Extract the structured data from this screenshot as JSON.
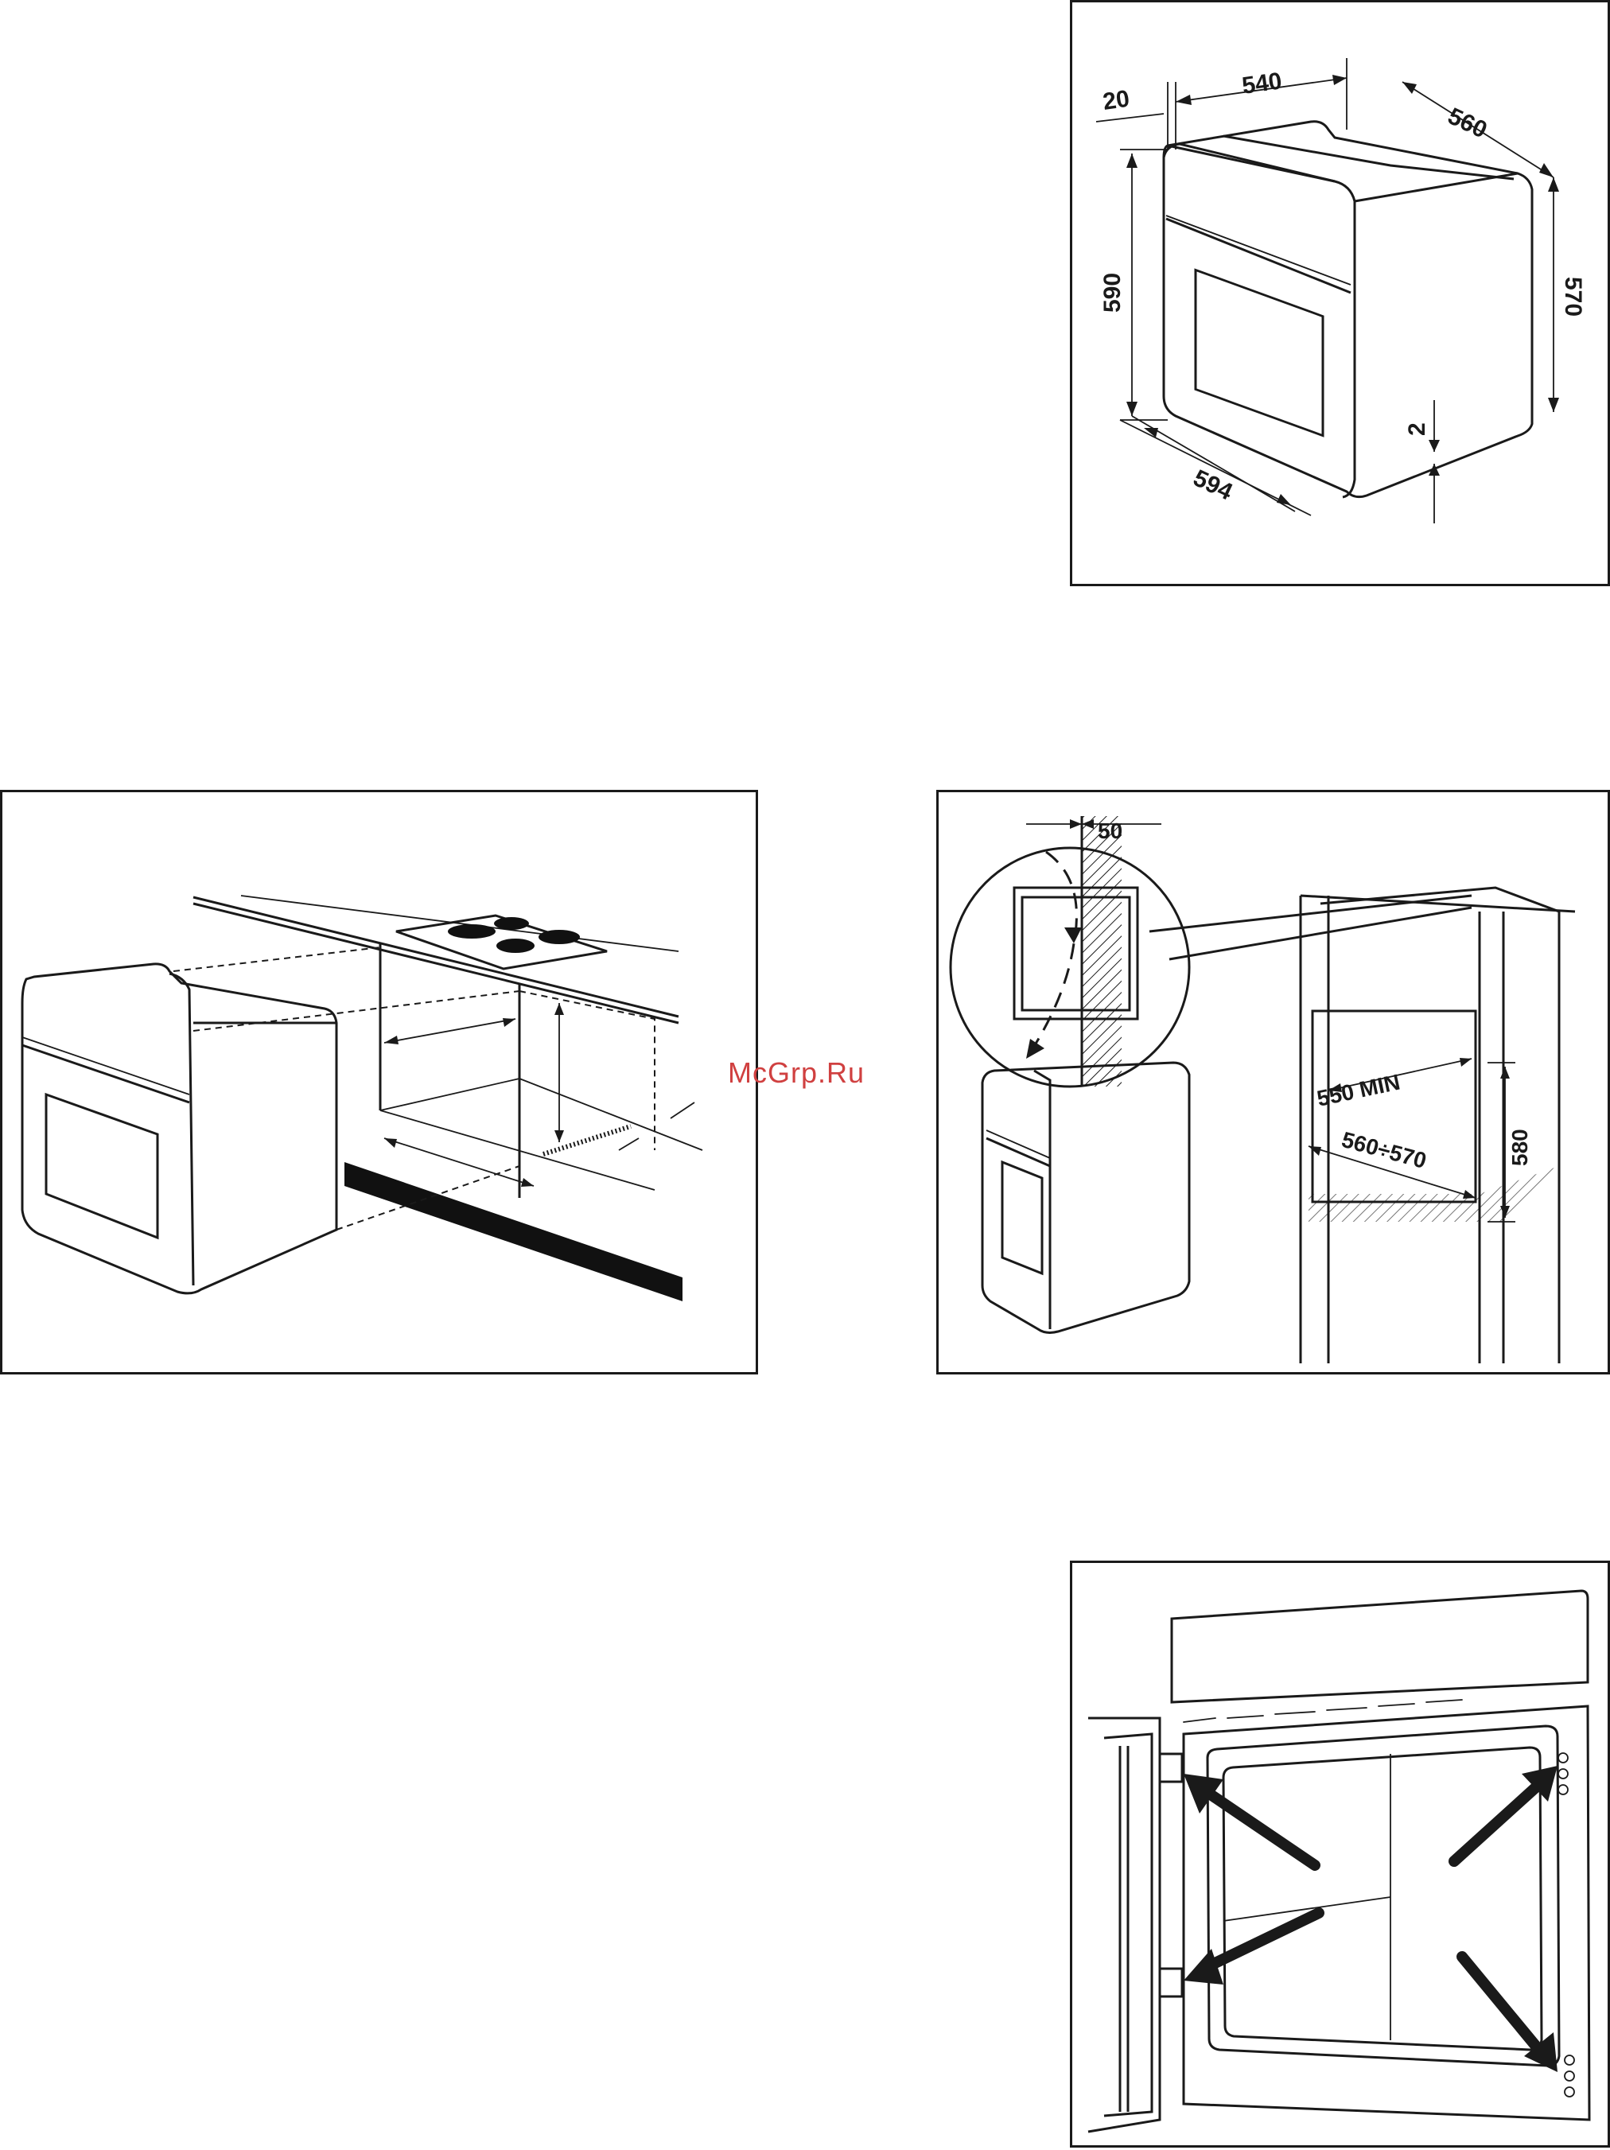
{
  "dimensions_panel": {
    "dim_20": "20",
    "dim_540": "540",
    "dim_560": "560",
    "dim_590": "590",
    "dim_570": "570",
    "dim_2": "2",
    "dim_594": "594"
  },
  "niche_panel": {
    "dim_50": "50",
    "dim_550_min": "550 MIN",
    "dim_580": "580",
    "dim_560_570": "560÷570"
  },
  "watermark": "McGrp.Ru"
}
